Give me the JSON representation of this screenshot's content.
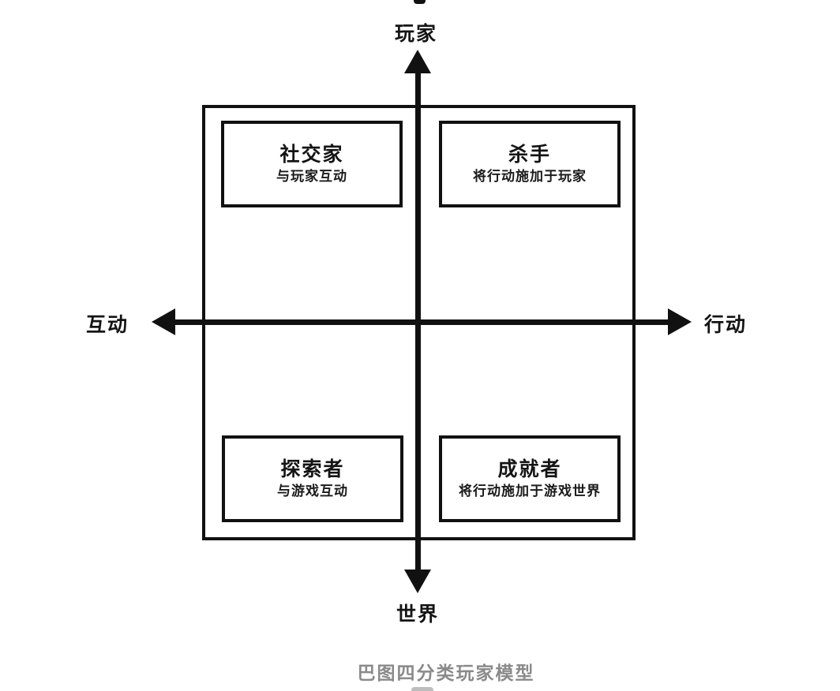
{
  "diagram": {
    "axes": {
      "top_label": "玩家",
      "bottom_label": "世界",
      "left_label": "互动",
      "right_label": "行动"
    },
    "quadrants": {
      "top_left": {
        "title": "社交家",
        "subtitle": "与玩家互动"
      },
      "top_right": {
        "title": "杀手",
        "subtitle": "将行动施加于玩家"
      },
      "bottom_left": {
        "title": "探索者",
        "subtitle": "与游戏互动"
      },
      "bottom_right": {
        "title": "成就者",
        "subtitle": "将行动施加于游戏世界"
      }
    },
    "caption": "巴图四分类玩家模型",
    "colors": {
      "line": "#111111",
      "caption_text": "#8a8a8a",
      "background": "#ffffff"
    }
  }
}
